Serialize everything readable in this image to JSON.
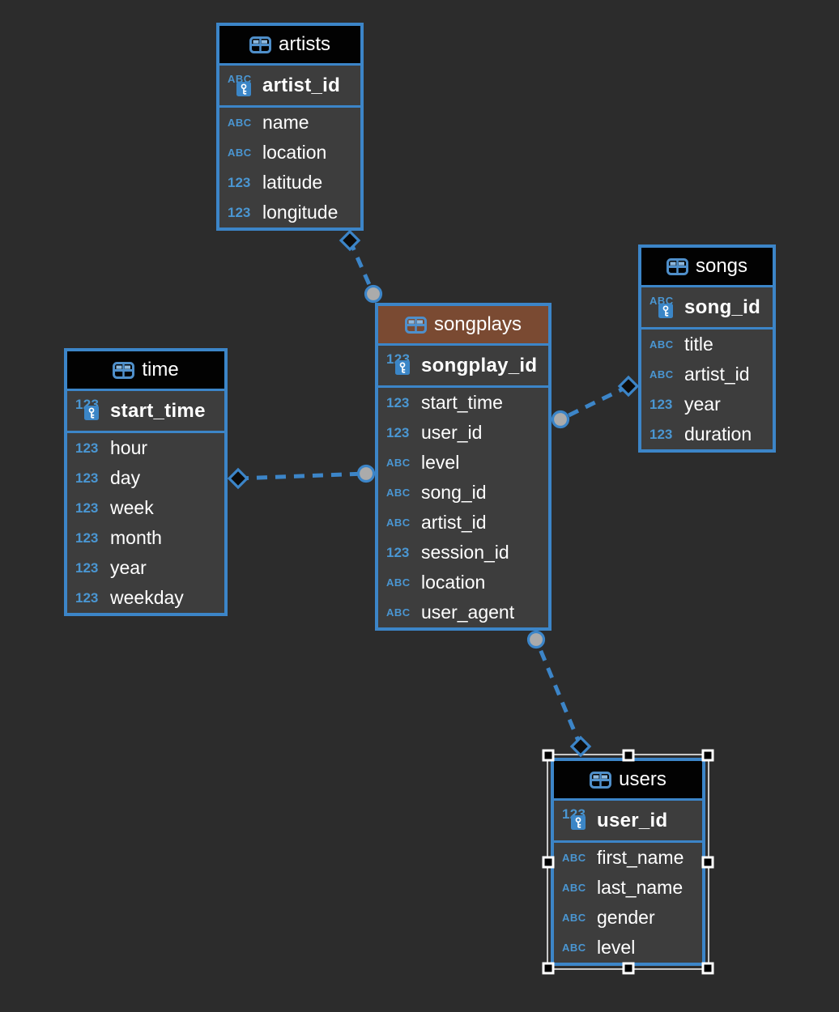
{
  "app": {
    "background": "#2c2c2c",
    "accent": "#3c85c8",
    "table_body": "#3d3d3d",
    "text_color": "#ffffff",
    "badge_color": "#4a96d2",
    "circle_fill": "#ababab",
    "diamond_fill": "#0d0d0d"
  },
  "tables": [
    {
      "id": "artists",
      "name": "artists",
      "header_bg": "#020202",
      "selected": false,
      "columns": [
        {
          "name": "artist_id",
          "type": "ABC",
          "pk": true
        },
        {
          "name": "name",
          "type": "ABC",
          "pk": false
        },
        {
          "name": "location",
          "type": "ABC",
          "pk": false
        },
        {
          "name": "latitude",
          "type": "123",
          "pk": false
        },
        {
          "name": "longitude",
          "type": "123",
          "pk": false
        }
      ]
    },
    {
      "id": "songplays",
      "name": "songplays",
      "header_bg": "#7a4a32",
      "selected": false,
      "columns": [
        {
          "name": "songplay_id",
          "type": "123",
          "pk": true
        },
        {
          "name": "start_time",
          "type": "123",
          "pk": false
        },
        {
          "name": "user_id",
          "type": "123",
          "pk": false
        },
        {
          "name": "level",
          "type": "ABC",
          "pk": false
        },
        {
          "name": "song_id",
          "type": "ABC",
          "pk": false
        },
        {
          "name": "artist_id",
          "type": "ABC",
          "pk": false
        },
        {
          "name": "session_id",
          "type": "123",
          "pk": false
        },
        {
          "name": "location",
          "type": "ABC",
          "pk": false
        },
        {
          "name": "user_agent",
          "type": "ABC",
          "pk": false
        }
      ]
    },
    {
      "id": "time",
      "name": "time",
      "header_bg": "#020202",
      "selected": false,
      "columns": [
        {
          "name": "start_time",
          "type": "123",
          "pk": true
        },
        {
          "name": "hour",
          "type": "123",
          "pk": false
        },
        {
          "name": "day",
          "type": "123",
          "pk": false
        },
        {
          "name": "week",
          "type": "123",
          "pk": false
        },
        {
          "name": "month",
          "type": "123",
          "pk": false
        },
        {
          "name": "year",
          "type": "123",
          "pk": false
        },
        {
          "name": "weekday",
          "type": "123",
          "pk": false
        }
      ]
    },
    {
      "id": "songs",
      "name": "songs",
      "header_bg": "#020202",
      "selected": false,
      "columns": [
        {
          "name": "song_id",
          "type": "ABC",
          "pk": true
        },
        {
          "name": "title",
          "type": "ABC",
          "pk": false
        },
        {
          "name": "artist_id",
          "type": "ABC",
          "pk": false
        },
        {
          "name": "year",
          "type": "123",
          "pk": false
        },
        {
          "name": "duration",
          "type": "123",
          "pk": false
        }
      ]
    },
    {
      "id": "users",
      "name": "users",
      "header_bg": "#020202",
      "selected": true,
      "columns": [
        {
          "name": "user_id",
          "type": "123",
          "pk": true
        },
        {
          "name": "first_name",
          "type": "ABC",
          "pk": false
        },
        {
          "name": "last_name",
          "type": "ABC",
          "pk": false
        },
        {
          "name": "gender",
          "type": "ABC",
          "pk": false
        },
        {
          "name": "level",
          "type": "ABC",
          "pk": false
        }
      ]
    }
  ],
  "connections": [
    {
      "from": "artists",
      "to": "songplays",
      "from_marker": "diamond",
      "to_marker": "circle",
      "style": "dashed"
    },
    {
      "from": "time",
      "to": "songplays",
      "from_marker": "diamond",
      "to_marker": "circle",
      "style": "dashed"
    },
    {
      "from": "songs",
      "to": "songplays",
      "from_marker": "diamond",
      "to_marker": "circle",
      "style": "dashed"
    },
    {
      "from": "users",
      "to": "songplays",
      "from_marker": "diamond",
      "to_marker": "circle",
      "style": "dashed"
    }
  ]
}
